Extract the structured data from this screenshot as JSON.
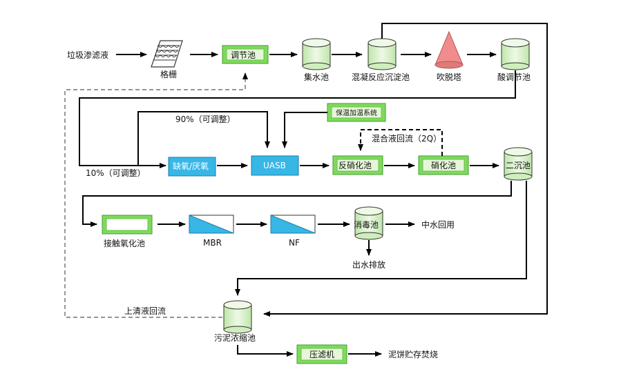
{
  "labels": {
    "leachate": "垃圾渗滤液",
    "grid": "格栅",
    "equalization": "调节池",
    "collection": "集水池",
    "coagulation": "混凝反应沉淀池",
    "stripping": "吹脱塔",
    "acid_adjust": "酸调节池",
    "heat_system": "保温加温系统",
    "pct90": "90%（可调整）",
    "pct10": "10%（可调整）",
    "anoxic": "缺氧/厌氧",
    "uasb": "UASB",
    "mixed_return": "混合液回流（2Q）",
    "denitrification": "反硝化池",
    "nitrification": "硝化池",
    "secondary": "二沉池",
    "contact_oxidation": "接触氧化池",
    "mbr": "MBR",
    "nf": "NF",
    "disinfection": "消毒池",
    "reuse": "中水回用",
    "discharge": "出水排放",
    "supernatant": "上清液回流",
    "thickener": "污泥浓缩池",
    "filter_press": "压滤机",
    "cake": "泥饼贮存焚烧"
  },
  "colors": {
    "green_fill": "#7ddb5c",
    "green_light": "#e6f7d9",
    "blue_fill": "#37b7e6",
    "cone": "#f08c8c",
    "cylinder": "#d8f0cc"
  }
}
